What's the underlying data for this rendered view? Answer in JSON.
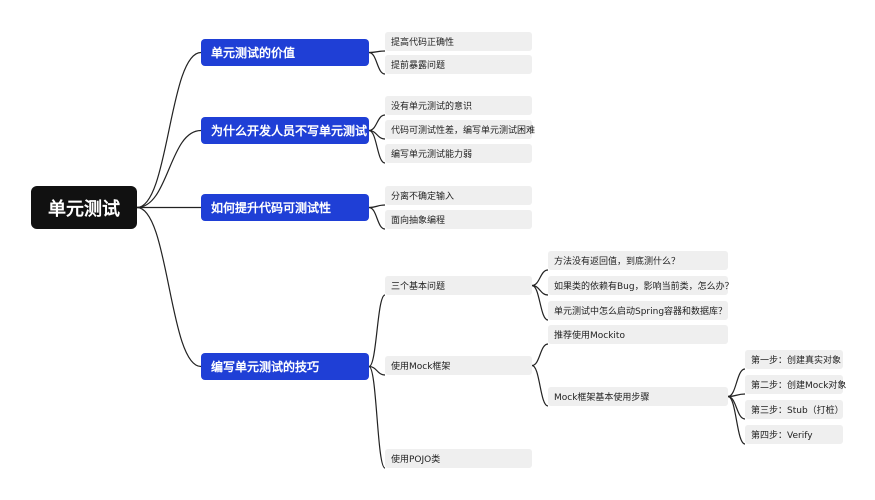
{
  "root": {
    "label": "单元测试"
  },
  "branches": [
    {
      "label": "单元测试的价值",
      "children": [
        {
          "label": "提高代码正确性"
        },
        {
          "label": "提前暴露问题"
        }
      ]
    },
    {
      "label": "为什么开发人员不写单元测试",
      "children": [
        {
          "label": "没有单元测试的意识"
        },
        {
          "label": "代码可测试性差，编写单元测试困难"
        },
        {
          "label": "编写单元测试能力弱"
        }
      ]
    },
    {
      "label": "如何提升代码可测试性",
      "children": [
        {
          "label": "分离不确定输入"
        },
        {
          "label": "面向抽象编程"
        }
      ]
    },
    {
      "label": "编写单元测试的技巧",
      "children": [
        {
          "label": "三个基本问题",
          "children": [
            {
              "label": "方法没有返回值，到底测什么？"
            },
            {
              "label": "如果类的依赖有Bug，影响当前类，怎么办？"
            },
            {
              "label": "单元测试中怎么启动Spring容器和数据库？"
            }
          ]
        },
        {
          "label": "使用Mock框架",
          "children": [
            {
              "label": "推荐使用Mockito"
            },
            {
              "label": "Mock框架基本使用步骤",
              "children": [
                {
                  "label": "第一步：创建真实对象"
                },
                {
                  "label": "第二步：创建Mock对象"
                },
                {
                  "label": "第三步：Stub（打桩）"
                },
                {
                  "label": "第四步：Verify"
                }
              ]
            }
          ]
        },
        {
          "label": "使用POJO类"
        }
      ]
    }
  ]
}
